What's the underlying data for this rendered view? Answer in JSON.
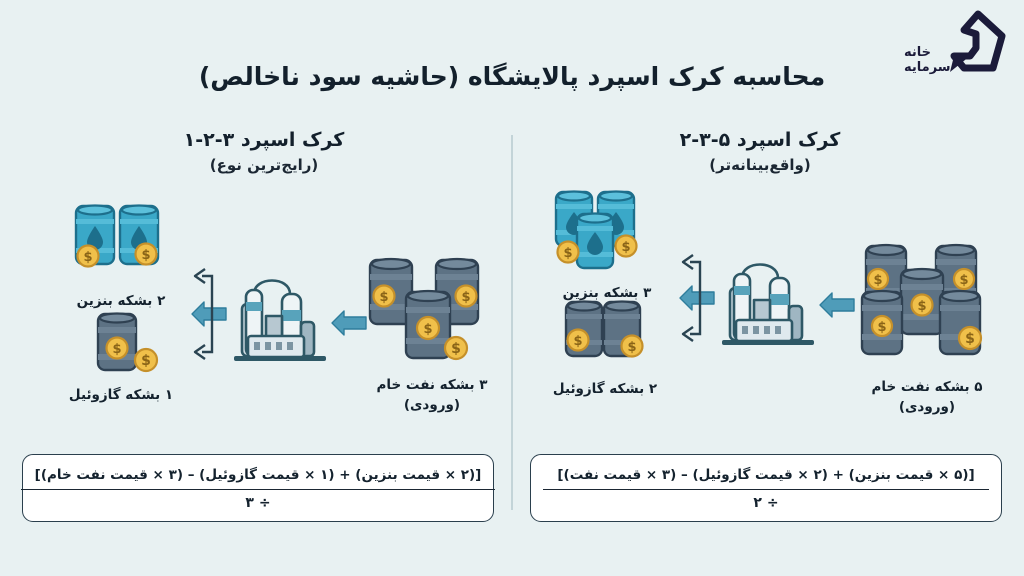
{
  "logo": {
    "line1": "خانه",
    "line2": "سرمایه",
    "mark": "pentagon-house-logo",
    "color": "#1b1b3a"
  },
  "header": {
    "title": "محاسبه کرک اسپرد پالایشگاه (حاشیه سود ناخالص)"
  },
  "colors": {
    "background": "#e8f1f2",
    "title_text": "#13202c",
    "divider": "#c3d4d8",
    "crude_barrel": "#5d7284",
    "crude_barrel_dark": "#2f4152",
    "product_barrel": "#3aa8c8",
    "product_barrel_dark": "#1d6f8c",
    "coin": "#f0c04a",
    "coin_dark": "#c5902a",
    "arrow": "#4f9cb9",
    "refinery_outline": "#2e5866",
    "refinery_body": "#eef4f6",
    "refinery_accent": "#58a3bb",
    "formula_border": "#2a3f4d",
    "formula_bg": "#ffffff"
  },
  "panels": [
    {
      "id": "crack-3-2-1",
      "title": "کرک اسپرد ۳-۲-۱",
      "subtitle": "(رایج‌ترین نوع)",
      "input": {
        "count": 3,
        "label_line1": "۳ بشکه نفت خام",
        "label_line2": "(ورودی)",
        "barrel_type": "crude"
      },
      "process": {
        "icon": "refinery-icon"
      },
      "outputs": [
        {
          "id": "gasoline",
          "count": 2,
          "label": "۲ بشکه بنزین",
          "barrel_type": "product"
        },
        {
          "id": "gasoil",
          "count": 1,
          "label": "۱ بشکه گازوئیل",
          "barrel_type": "crude"
        }
      ],
      "formula": {
        "numerator": "[(۲ × قیمت بنزین) + (۱ × قیمت گازوئیل) – (۳ × قیمت نفت خام)]",
        "denominator": "÷ ۳"
      }
    },
    {
      "id": "crack-5-3-2",
      "title": "کرک اسپرد ۵-۳-۲",
      "subtitle": "(واقع‌بینانه‌تر)",
      "input": {
        "count": 5,
        "label_line1": "۵ بشکه نفت خام",
        "label_line2": "(ورودی)",
        "barrel_type": "crude"
      },
      "process": {
        "icon": "refinery-icon"
      },
      "outputs": [
        {
          "id": "gasoline",
          "count": 3,
          "label": "۳ بشکه بنزین",
          "barrel_type": "product"
        },
        {
          "id": "gasoil",
          "count": 2,
          "label": "۲ بشکه گازوئیل",
          "barrel_type": "crude"
        }
      ],
      "formula": {
        "numerator": "[(۵ × قیمت بنزین) + (۲ × قیمت گازوئیل) – (۳ × قیمت نفت)]",
        "denominator": "÷ ۲"
      }
    }
  ]
}
